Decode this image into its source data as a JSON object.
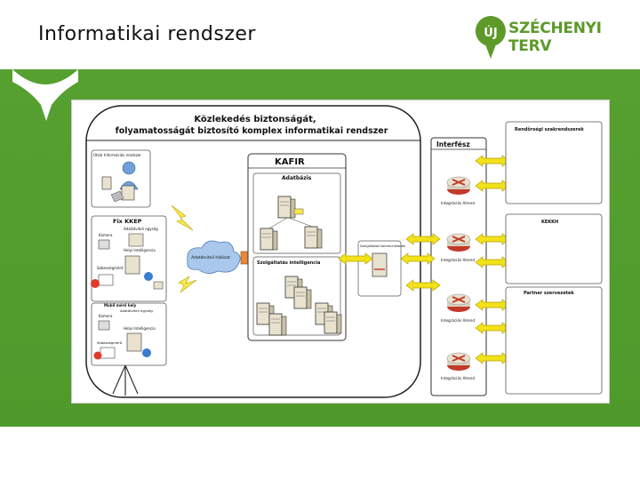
{
  "page": {
    "title": "Informatikai rendszer"
  },
  "brand": {
    "text": "SZÉCHENYI TERV",
    "badge": "ÚJ",
    "color": "#5d9a2a"
  },
  "colors": {
    "band": "#52a02e",
    "arrow": "#f2e21a",
    "server": "#e8e2cf",
    "lightning": "#f7e84a"
  },
  "diagram": {
    "main_title_line1": "Közlekedés biztonságát,",
    "main_title_line2": "folyamatosságát biztosító komplex informatikai rendszer",
    "kafir": {
      "title": "KAFIR",
      "db_label": "Adatbázis",
      "bi_label": "Szolgáltatás intelligencia"
    },
    "interface": {
      "title": "Interfész",
      "modules": [
        "Integrációs Alrend",
        "Integrációs Alrend",
        "Integrációs Alrend",
        "Integrációs Alrend"
      ]
    },
    "left": {
      "top_label": "Útzár Információs rendszer",
      "fix_title": "Fix KKEP",
      "fix_items": [
        "Kamera",
        "Adatátviteli egység",
        "Helyi Intelligencia",
        "Sebességmérő"
      ],
      "mobile_title": "Mobil mérő hely",
      "mobile_items": [
        "Adatátviteli egység",
        "Kamera",
        "Helyi Intelligencia",
        "Sebességmérő"
      ]
    },
    "network_label": "Adatátviteli hálózat",
    "gateway_label": "Szolgáltatás kommunikációs",
    "right": [
      {
        "title": "Rendőrségi szakrendszerek"
      },
      {
        "title": "KEKKH"
      },
      {
        "title": "Partner szervezetek"
      }
    ]
  }
}
